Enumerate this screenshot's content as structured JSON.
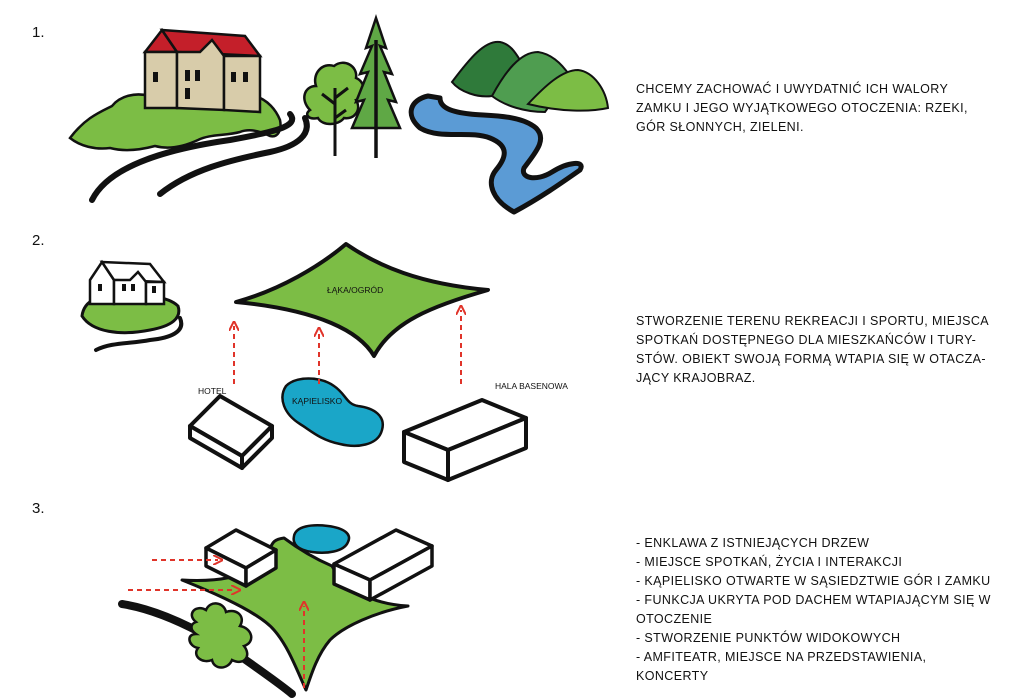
{
  "sections": [
    {
      "number": "1.",
      "text": "CHCEMY ZACHOWAĆ I UWYDATNIĆ ICH WALORY ZAMKU I JEGO WYJĄTKOWEGO OTOCZENIA: RZEKI, GÓR SŁONNYCH, ZIELENI."
    },
    {
      "number": "2.",
      "text": "STWORZENIE TERENU REKREACJI I SPORTU, MIEJSCA SPOTKAŃ DOSTĘPNEGO DLA MIESZKAŃCÓW I TURY-STÓW. OBIEKT SWOJĄ FORMĄ WTAPIA SIĘ W OTACZA-JĄCY KRAJOBRAZ.",
      "labels": {
        "meadow": "ŁĄKA/OGRÓD",
        "hotel": "HOTEL",
        "pool": "KĄPIELISKO",
        "hall": "HALA BASENOWA"
      }
    },
    {
      "number": "3.",
      "items": [
        "- ENKLAWA Z ISTNIEJĄCYCH DRZEW",
        "- MIEJSCE SPOTKAŃ, ŻYCIA I INTERAKCJI",
        "- KĄPIELISKO OTWARTE W SĄSIEDZTWIE GÓR I ZAMKU",
        "- FUNKCJA UKRYTA POD DACHEM WTAPIAJĄCYM SIĘ W OTOCZENIE",
        "- STWORZENIE PUNKTÓW WIDOKOWYCH",
        "- AMFITEATR, MIEJSCE NA PRZEDSTAWIENIA, KONCERTY"
      ]
    }
  ],
  "colors": {
    "green": "#7cbd45",
    "dark_green": "#2f7a3a",
    "mid_green": "#4f9d50",
    "water": "#5b9bd5",
    "pool": "#1aa6c8",
    "roof": "#c41f2a",
    "wall": "#d8ccaa",
    "arrow": "#e0342a"
  }
}
